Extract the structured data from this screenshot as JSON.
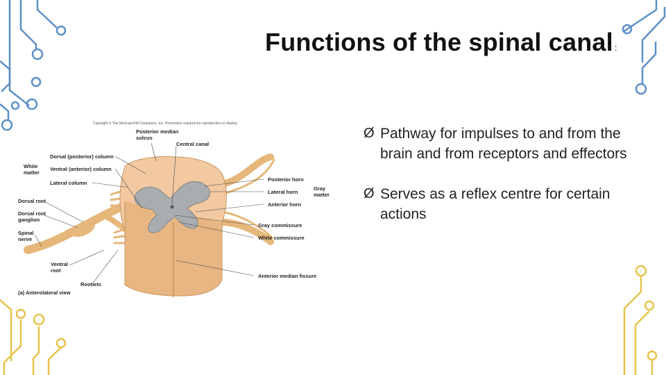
{
  "slide": {
    "title": "Functions of the spinal canal",
    "title_suffix": ":",
    "bullets": [
      {
        "marker": "Ø",
        "text": "Pathway for impulses to and from the brain and from receptors and effectors"
      },
      {
        "marker": "Ø",
        "text": "Serves as a reflex centre for certain actions"
      }
    ]
  },
  "figure": {
    "copyright": "Copyright © The McGraw-Hill Companies, Inc. Permission required for reproduction or display.",
    "labels": {
      "posterior_median_sulcus_1": "Posterior median",
      "posterior_median_sulcus_2": "sulcus",
      "central_canal": "Central canal",
      "dorsal_column": "Dorsal (posterior) column",
      "ventral_column": "Ventral (anterior) column",
      "lateral_column": "Lateral column",
      "white_matter_1": "White",
      "white_matter_2": "matter",
      "posterior_horn": "Posterior horn",
      "lateral_horn": "Lateral horn",
      "anterior_horn": "Anterior horn",
      "gray_matter_1": "Gray",
      "gray_matter_2": "matter",
      "dorsal_root": "Dorsal root",
      "dorsal_root_ganglion_1": "Dorsal root",
      "dorsal_root_ganglion_2": "ganglion",
      "spinal_nerve_1": "Spinal",
      "spinal_nerve_2": "nerve",
      "gray_commissure": "Gray commissure",
      "white_commissure": "White commissure",
      "ventral_root_1": "Ventral",
      "ventral_root_2": "root",
      "rootlets": "Rootlets",
      "anterior_median_fissure": "Anterior median fissure",
      "view_caption": "(a) Anterolateral view"
    }
  },
  "colors": {
    "circuit": "#5b8fc7",
    "circuit_gold": "#e6c24a",
    "cord": "#f2c9a0",
    "gray_matter": "#a9adb0",
    "nerve": "#e6b77a"
  }
}
